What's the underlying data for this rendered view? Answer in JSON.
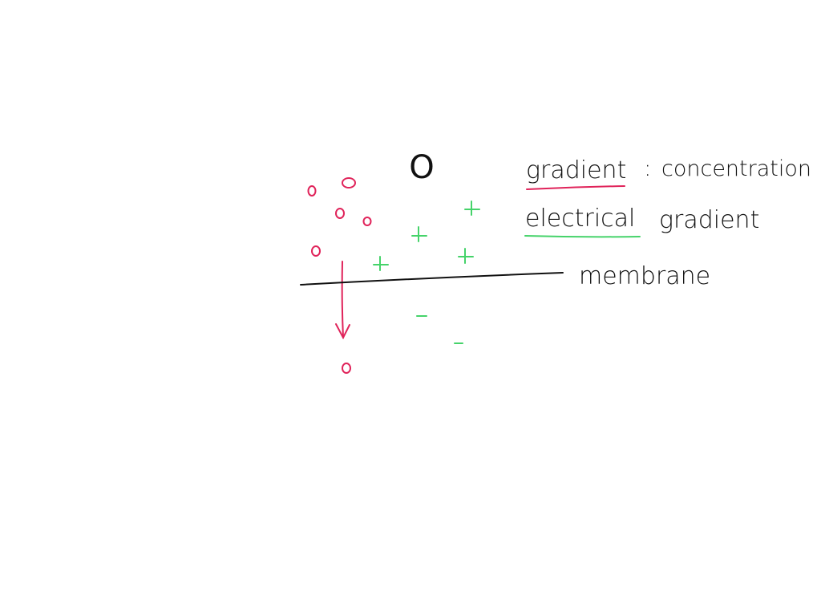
{
  "labels": {
    "concentration_line_first": "gradient",
    "concentration_separator": ":",
    "concentration_line_second": "concentration",
    "electrical_line_first": "electrical",
    "electrical_line_second": "gradient",
    "membrane": "membrane"
  },
  "symbols": {
    "large_particle": "O",
    "small_particle": "o",
    "positive_charge": "+",
    "negative_charge": "-"
  },
  "colors": {
    "ink": "#111111",
    "concentration": "#e0235a",
    "electrical": "#45d36a",
    "background": "#ffffff"
  }
}
